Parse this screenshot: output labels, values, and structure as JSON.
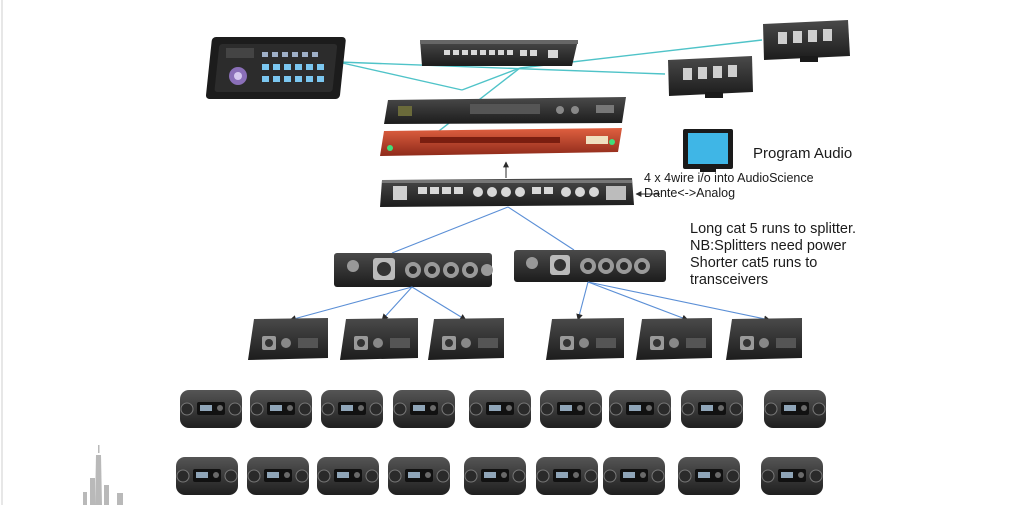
{
  "labels": {
    "program_audio": "Program Audio",
    "four_wire": [
      "4 x 4wire i/o into AudioScience",
      "Dante<->Analog"
    ],
    "notes": [
      "Long cat 5 runs to splitter.",
      "NB:Splitters need power",
      "Shorter cat5 runs to",
      "transceivers"
    ]
  },
  "colors": {
    "network_link": "#4fc3c8",
    "cable": "#5b8fd6",
    "arrow": "#2a2a2a",
    "device_body": "#2b2b2b",
    "stagebox_body": "#3a3a3a",
    "interface_red": "#c0392b",
    "monitor_screen": "#3fb6e6"
  },
  "icons": [
    "control-panel-icon",
    "network-switch-icon",
    "audio-interface-icon",
    "beltpack-icon",
    "monitor-icon",
    "city-skyline-icon"
  ]
}
